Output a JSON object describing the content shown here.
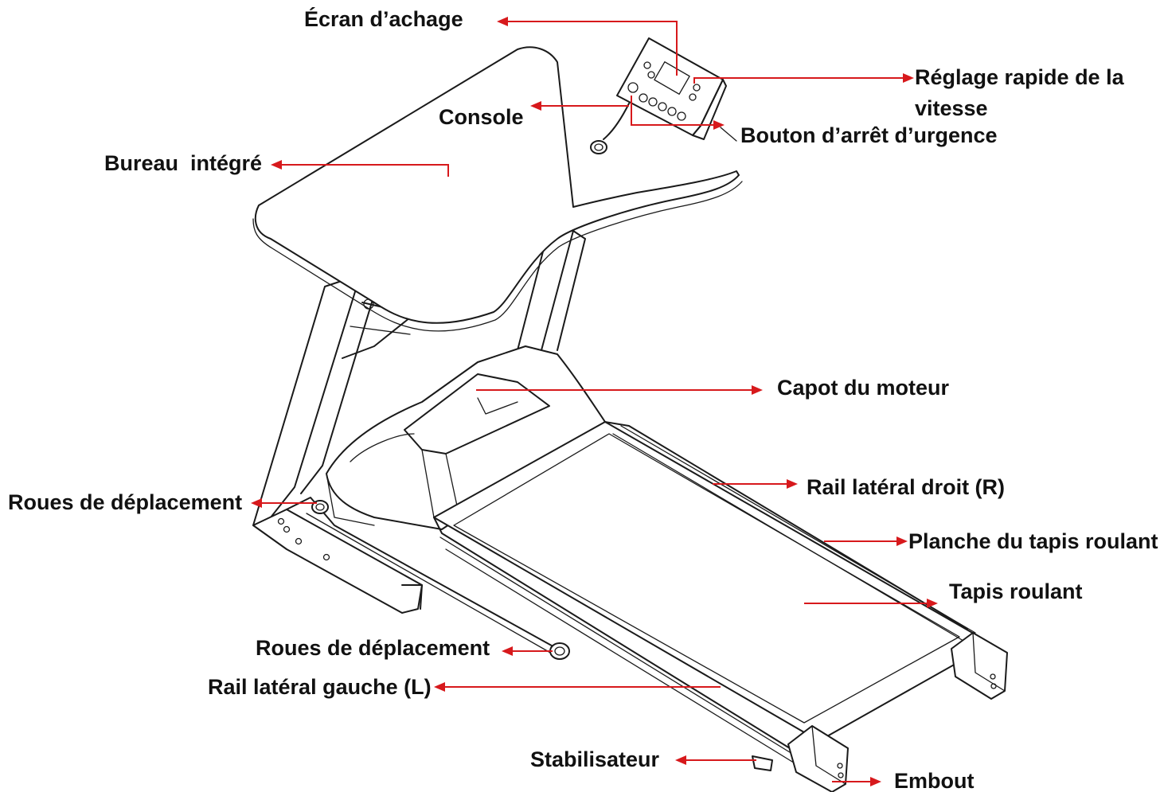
{
  "colors": {
    "leader": "#d7191c",
    "ink": "#1a1a1a",
    "background": "#ffffff"
  },
  "labels": {
    "display_screen": "Écran d’achage",
    "speed_quick_line1": "Réglage rapide de la",
    "speed_quick_line2": "vitesse",
    "console": "Console",
    "emergency_stop": "Bouton d’arrêt d’urgence",
    "integrated_desk": "Bureau  intégré",
    "motor_cover": "Capot du moteur",
    "transport_wheels_left": "Roues de déplacement",
    "right_side_rail": "Rail latéral droit (R)",
    "treadmill_deck": "Planche du tapis roulant",
    "running_belt": "Tapis roulant",
    "transport_wheels_bottom": "Roues de déplacement",
    "left_side_rail": "Rail latéral gauche (L)",
    "stabilizer": "Stabilisateur",
    "end_cap": "Embout"
  }
}
